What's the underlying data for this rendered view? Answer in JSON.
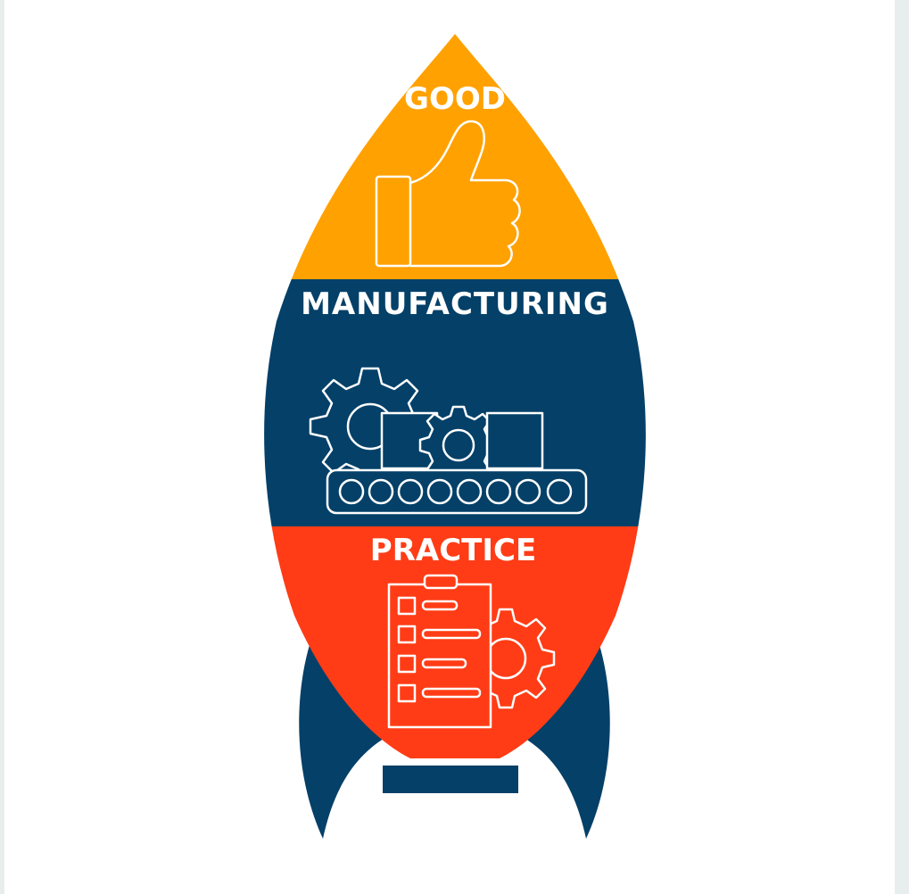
{
  "labels": {
    "top": "GOOD",
    "middle": "MANUFACTURING",
    "bottom": "PRACTICE"
  },
  "colors": {
    "background": "#ffffff",
    "frame": "#e8eeee",
    "top_band": "#ffa100",
    "middle_band": "#044068",
    "bottom_band": "#ff3c16",
    "fins": "#044068",
    "base_bar": "#044068",
    "line_art": "#ffffff"
  },
  "icons": {
    "top": "thumbs-up-icon",
    "middle": "conveyor-gears-icon",
    "bottom": "clipboard-checklist-gear-icon"
  }
}
